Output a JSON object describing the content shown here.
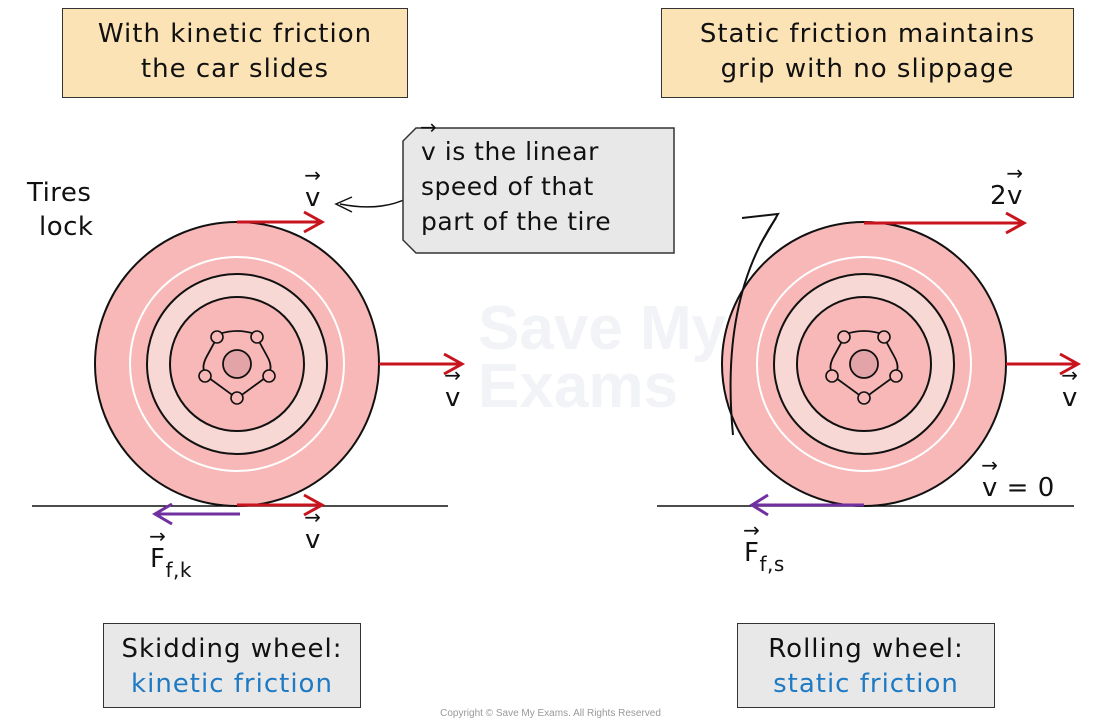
{
  "left_panel": {
    "header": {
      "line1": "With kinetic friction",
      "line2": "the car slides"
    },
    "tires_lock": {
      "line1": "Tires",
      "line2": "lock"
    },
    "top_velocity_label": "v",
    "center_velocity_label": "v",
    "bottom_velocity_label": "v",
    "friction_label": {
      "symbol": "F",
      "subscript": "f,k"
    },
    "caption": {
      "line1": "Skidding wheel:",
      "line2": "kinetic friction"
    }
  },
  "callout": {
    "line1_symbol": "v",
    "line1_text": " is the linear",
    "line2": "speed of that",
    "line3": "part of the tire"
  },
  "right_panel": {
    "header": {
      "line1": "Static friction maintains",
      "line2": "grip with no slippage"
    },
    "top_velocity_label": {
      "coefficient": "2",
      "symbol": "v"
    },
    "center_velocity_label": "v",
    "contact_velocity_label": {
      "symbol": "v",
      "equals": "= 0"
    },
    "friction_label": {
      "symbol": "F",
      "subscript": "f,s"
    },
    "caption": {
      "line1": "Rolling wheel:",
      "line2": "static friction"
    }
  },
  "watermark": {
    "line1": "Save My",
    "line2": "Exams"
  },
  "copyright": "Copyright © Save My Exams. All Rights Reserved",
  "colors": {
    "velocity_arrow": "#c8141e",
    "friction_arrow": "#7030a0",
    "tire_outer": "#f9b8b8",
    "tire_band": "#f7d8d4",
    "hub": "#e2a4a6",
    "header_bg": "#fce3b6",
    "caption_bg": "#e8e8e8",
    "caption_accent": "#1f7ac4"
  }
}
